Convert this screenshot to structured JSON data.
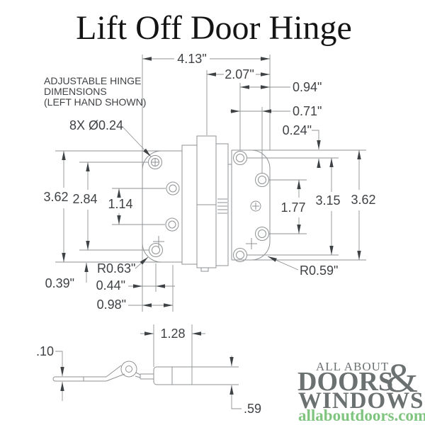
{
  "title": "Lift Off Door Hinge",
  "note": {
    "line1": "ADJUSTABLE HINGE",
    "line2": "DIMENSIONS",
    "line3": "(LEFT HAND SHOWN)"
  },
  "callouts": {
    "hole_pattern": "8X Ø0.24",
    "radius_left": "R0.63\"",
    "radius_right": "R0.59\""
  },
  "dims_plan": {
    "overall_width": "4.13\"",
    "center_to_edge": "2.07\"",
    "hole_col_to_edge": "0.94\"",
    "hole_col_span": "0.71\"",
    "top_edge_to_hole": "0.24\"",
    "left_leaf_height": "3.62",
    "left_outer_hole_span": "2.84",
    "left_inner_hole_span": "1.14",
    "right_inner_hole_span": "1.77",
    "right_outer_hole_span": "3.15",
    "right_leaf_height": "3.62",
    "bottom_hole_to_edge": "0.39\"",
    "side_edge_to_hole": "0.44\"",
    "side_edge_to_inner_hole": "0.98\""
  },
  "dims_side": {
    "leaf_length": "1.28",
    "leaf_thickness": ".10",
    "block_height": ".59"
  },
  "logo": {
    "line_top": "ALL ABOUT",
    "ampersand": "&",
    "line_doors": "DOORS",
    "line_windows": "WINDOWS",
    "website": "allaboutdoors.com"
  },
  "colors": {
    "line": "#8f9294",
    "dim_text": "#3f4245",
    "title_text": "#141414",
    "logo_gray": "#6b7071",
    "logo_green": "#7fc47f"
  }
}
